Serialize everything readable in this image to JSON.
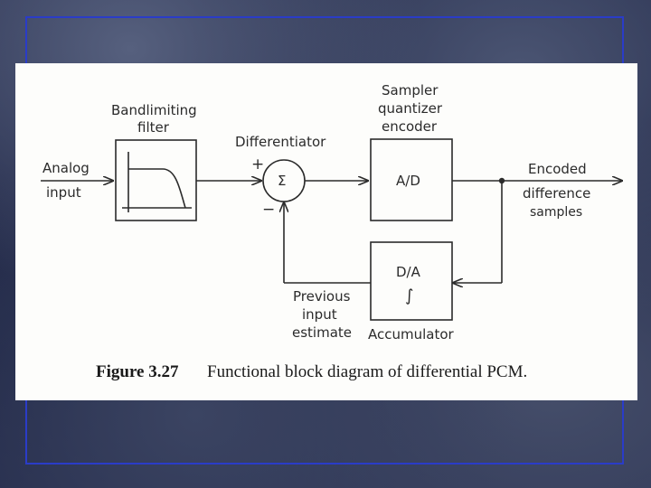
{
  "diagram": {
    "blocks": {
      "filter": {
        "title_line1": "Bandlimiting",
        "title_line2": "filter"
      },
      "differentiator": {
        "title": "Differentiator",
        "symbol": "Σ",
        "plus": "+",
        "minus": "−"
      },
      "adc": {
        "label": "A/D",
        "title_line1": "Sampler",
        "title_line2": "quantizer",
        "title_line3": "encoder"
      },
      "dac": {
        "label": "D/A",
        "integral": "∫",
        "title": "Accumulator"
      }
    },
    "input": {
      "line1": "Analog",
      "line2": "input"
    },
    "output": {
      "line1": "Encoded",
      "line2": "difference",
      "line3": "samples"
    },
    "feedback": {
      "line1": "Previous",
      "line2": "input",
      "line3": "estimate"
    }
  },
  "caption": {
    "number": "Figure 3.27",
    "text": "Functional block diagram of differential PCM."
  },
  "colors": {
    "frame": "#2a3cc8",
    "panel": "#fdfdfb",
    "ink": "#2b2b2b"
  }
}
